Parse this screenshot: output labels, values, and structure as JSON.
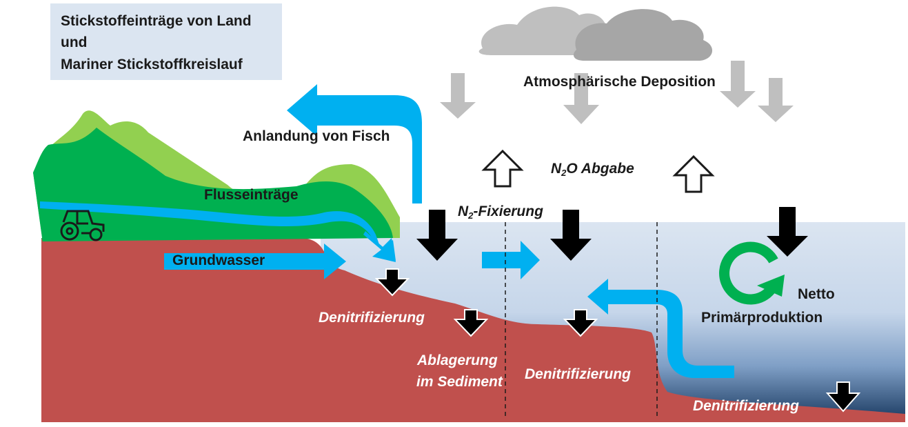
{
  "title": {
    "line1": "Stickstoffeinträge von Land",
    "line2": "und",
    "line3": "Mariner Stickstoffkreislauf"
  },
  "labels": {
    "atmospheric_deposition": "Atmosphärische Deposition",
    "fish_landing": "Anlandung von Fisch",
    "n2o_prefix": "N",
    "n2o_sub": "2",
    "n2o_suffix": "O Abgabe",
    "n2_prefix": "N",
    "n2_sub": "2",
    "n2_suffix": "-Fixierung",
    "river_input": "Flusseinträge",
    "groundwater": "Grundwasser",
    "denitrification_1": "Denitrifizierung",
    "sediment_line1": "Ablagerung",
    "sediment_line2": "im Sediment",
    "denitrification_2": "Denitrifizierung",
    "net_line1": "Netto",
    "net_line2": "Primärproduktion",
    "denitrification_3": "Denitrifizierung"
  },
  "colors": {
    "seabed": "#c0504d",
    "water_light": "#dbe5f1",
    "water_deep": "#17375e",
    "land_dark_green": "#00b050",
    "land_light_green": "#92d050",
    "water_flow": "#00b0f0",
    "cloud_light": "#bfbfbf",
    "cloud_dark": "#a6a6a6",
    "cycle_green": "#00b050",
    "title_box": "#dbe5f1"
  },
  "icons": [
    "cloud-icon",
    "tractor-icon",
    "recycle-arrow-icon"
  ]
}
